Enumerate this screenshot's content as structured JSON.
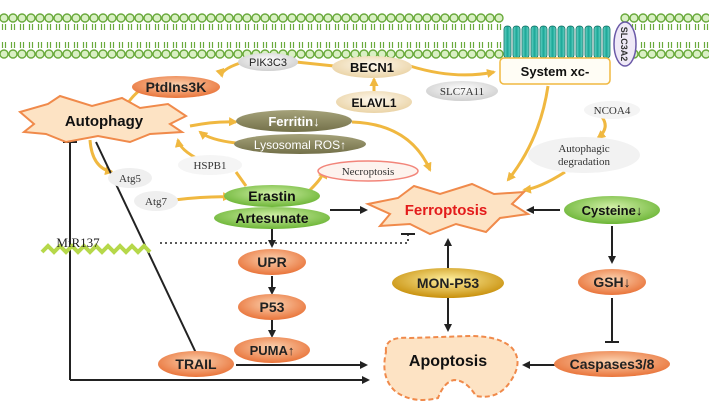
{
  "labels": {
    "pik3c3": "PIK3C3",
    "becn1": "BECN1",
    "system_xc": "System xc-",
    "slc3a2": "SLC3A2",
    "ptdins3k": "PtdIns3K",
    "elavl1": "ELAVL1",
    "slc7a11": "SLC7A11",
    "ncoa4": "NCOA4",
    "autophagy": "Autophagy",
    "ferritin": "Ferritin↓",
    "lysosomal_ros": "Lysosomal ROS↑",
    "autophagic_degradation_1": "Autophagic",
    "autophagic_degradation_2": "degradation",
    "atg5": "Atg5",
    "hspb1": "HSPB1",
    "necroptosis": "Necroptosis",
    "atg7": "Atg7",
    "erastin": "Erastin",
    "artesunate": "Artesunate",
    "ferroptosis": "Ferroptosis",
    "cysteine": "Cysteine↓",
    "mir137": "MiR137",
    "upr": "UPR",
    "mon_p53": "MON-P53",
    "gsh": "GSH↓",
    "p53": "P53",
    "puma": "PUMA↑",
    "trail": "TRAIL",
    "apoptosis": "Apoptosis",
    "caspases": "Caspases3/8"
  },
  "colors": {
    "membrane_green": "#6aaa3c",
    "membrane_head": "#d9f0c4",
    "transporter_teal": "#26b3a3",
    "orange_node": "#f08a4b",
    "green_node": "#7ac143",
    "olive_node": "#8c8c62",
    "beige_node": "#f3e2c0",
    "gray_node": "#dcdcdc",
    "arrow_dark": "#222222",
    "arrow_yellow": "#f0b840",
    "ferroptosis_red": "#e31b1b",
    "mon_p53_gold": "#d4a017"
  }
}
